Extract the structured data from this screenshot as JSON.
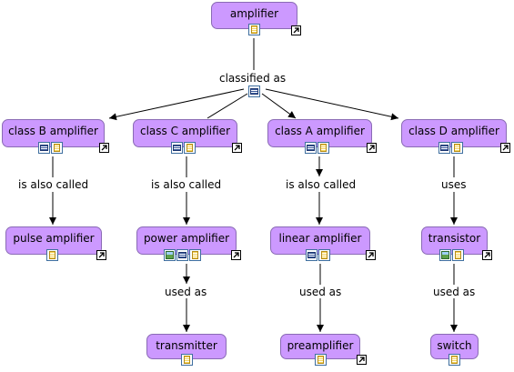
{
  "concepts": {
    "amplifier": "amplifier",
    "class_b": "class B amplifier",
    "class_c": "class C amplifier",
    "class_a": "class A amplifier",
    "class_d": "class D amplifier",
    "pulse": "pulse amplifier",
    "power": "power amplifier",
    "linear": "linear amplifier",
    "transistor": "transistor",
    "transmitter": "transmitter",
    "preamplifier": "preamplifier",
    "switch": "switch"
  },
  "linking_phrases": {
    "classified_as": "classified as",
    "b_also_called": "is also called",
    "c_also_called": "is also called",
    "a_also_called": "is also called",
    "d_uses": "uses",
    "power_used_as": "used as",
    "linear_used_as": "used as",
    "transistor_used_as": "used as"
  },
  "colors": {
    "node_fill": "#cc99ff",
    "node_border": "#8a6bb5",
    "line": "#000000"
  },
  "icons": {
    "document": "document-icon",
    "resource": "resource-icon",
    "image": "image-icon",
    "external": "external-link-icon"
  }
}
